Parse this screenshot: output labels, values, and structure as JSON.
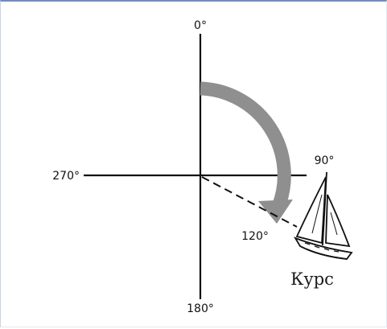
{
  "diagram": {
    "labels": {
      "north": "0°",
      "east": "90°",
      "south": "180°",
      "west": "270°",
      "heading": "120°",
      "course": "Курс"
    },
    "heading_degrees": 120,
    "colors": {
      "axis": "#111111",
      "arc": "#9a9a9a",
      "boat": "#111111",
      "frame": "#6f8ec0"
    },
    "icons": {
      "boat": "sailboat-icon",
      "arc": "curved-arrow-icon"
    }
  }
}
